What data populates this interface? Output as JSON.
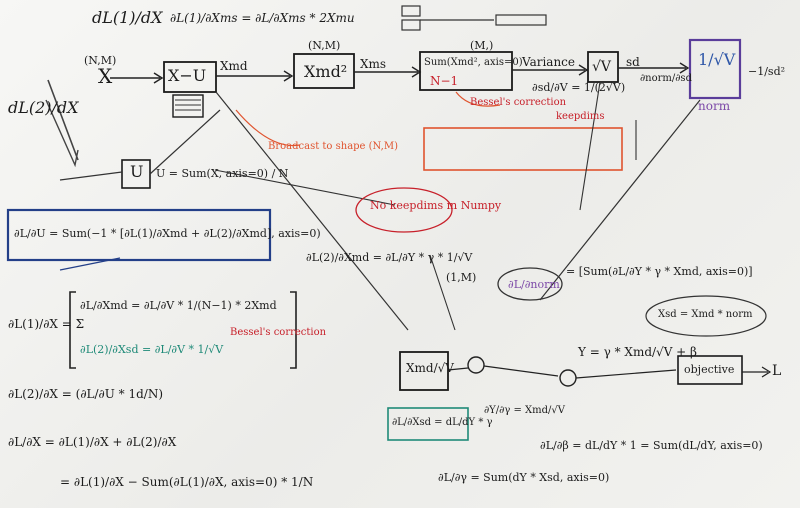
{
  "labels": {
    "top_left_deriv": "dL(1)/dX",
    "dL_dXms_eq": "∂L(1)/∂Xms = ∂L/∂Xms * 2Xmu",
    "left_deriv2": "dL(2)/dX",
    "dim_NM_1": "(N,M)",
    "X_node": "X",
    "X_minus_U": "X−U",
    "Xmd_label": "Xmd",
    "Xmd_squared": "Xmd²",
    "Xms_label": "Xms",
    "sum_axis": "Sum(Xmd², axis=0)",
    "N_minus_1": "N−1",
    "variance": "Variance",
    "sqrt_box": "√V",
    "sd_label": "sd",
    "one_over_sqrtV": "1/√V",
    "norm_label": "norm",
    "bessels_correction": "Bessel's correction",
    "keepdims": "keepdims",
    "U_node": "U",
    "U_eq": "U = Sum(X, axis=0) / N",
    "broadcast": "Broadcast to shape (N,M)",
    "no_keepdims": "No keepdims in Numpy",
    "dL_dU_box": "∂L/∂U = Sum(−1 * [∂L(1)/∂Xmd + ∂L(2)/∂Xmd], axis=0)",
    "dL_dXmd_eq": "∂L(2)/∂Xmd = ∂L/∂Y * γ * 1/√V",
    "dL_dnorm": "∂L/∂norm",
    "dL_dnorm_eq": "= [Sum(∂L/∂Y * γ * Xmd, axis=0)]",
    "Xsd_norm": "Xsd = Xmd * norm",
    "gamma_eq": "Y = γ * Xmd/√V + β",
    "objective": "objective",
    "L_out": "L",
    "dL_dX1": "∂L(1)/∂X = Σ",
    "dL_dXmd_bessel": "∂L/∂Xmd = ∂L/∂V * 1/(N−1) * 2Xmd",
    "dL_dXsd": "∂L(2)/∂Xsd = ∂L/∂V * 1/√V",
    "dL_dX2": "∂L(2)/∂X = (∂L/∂U * 1d/N)",
    "dL_dX_total": "∂L/∂X = ∂L(1)/∂X + ∂L(2)/∂X",
    "final_eq": "= ∂L(1)/∂X − Sum(∂L(1)/∂X, axis=0) * 1/N",
    "dL_dbeta": "∂L/∂β = dL/dY * 1 = Sum(dL/dY, axis=0)",
    "dL_dgamma": "∂L/∂γ = Sum(dY * Xsd, axis=0)",
    "dL_dXsd_gamma": "∂L/∂Xsd = dL/dY * γ",
    "xmd_over_sqrtv": "Xmd/√V",
    "dgamma_dy": "∂Y/∂γ = Xmd/√V",
    "sd_frac": "∂sd/∂V = 1/(2√V)",
    "dnorm_dsd": "∂norm/∂sd",
    "neg_one_sd2": "−1/sd²",
    "dim_M1": "(M,)",
    "dim_NM": "(N,M)",
    "dim_1M": "(1,M)"
  }
}
